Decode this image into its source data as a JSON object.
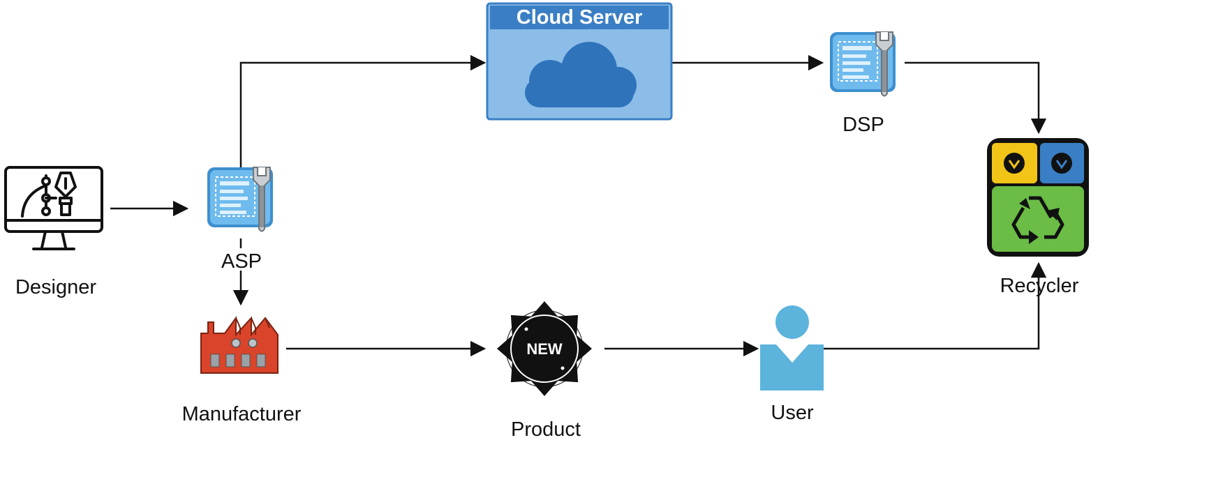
{
  "nodes": {
    "designer": {
      "label": "Designer",
      "icon": "design-monitor-icon"
    },
    "asp": {
      "label": "ASP",
      "icon": "app-config-wrench-icon"
    },
    "cloud": {
      "title": "Cloud Server",
      "icon": "cloud-icon"
    },
    "dsp": {
      "label": "DSP",
      "icon": "app-config-wrench-icon"
    },
    "recycler": {
      "label": "Recycler",
      "icon": "recycle-bin-icon"
    },
    "manufacturer": {
      "label": "Manufacturer",
      "icon": "factory-icon"
    },
    "product": {
      "label": "Product",
      "icon": "new-badge-icon",
      "badge_text": "NEW"
    },
    "user": {
      "label": "User",
      "icon": "user-icon"
    }
  },
  "edges": [
    {
      "from": "designer",
      "to": "asp"
    },
    {
      "from": "asp",
      "to": "cloud"
    },
    {
      "from": "cloud",
      "to": "dsp"
    },
    {
      "from": "dsp",
      "to": "recycler"
    },
    {
      "from": "asp",
      "to": "manufacturer"
    },
    {
      "from": "manufacturer",
      "to": "product"
    },
    {
      "from": "product",
      "to": "user"
    },
    {
      "from": "user",
      "to": "recycler"
    }
  ],
  "colors": {
    "cloud_panel": "#8bbde8",
    "cloud_header": "#3a7fc5",
    "cloud_shape": "#2f73bb",
    "app_icon": "#5aaee8",
    "factory": "#d9442a",
    "recycle_green": "#6bbd45",
    "recycle_yellow": "#f2c418",
    "recycle_blue": "#3a7fc5",
    "user": "#5cb3dc",
    "line": "#111111"
  }
}
